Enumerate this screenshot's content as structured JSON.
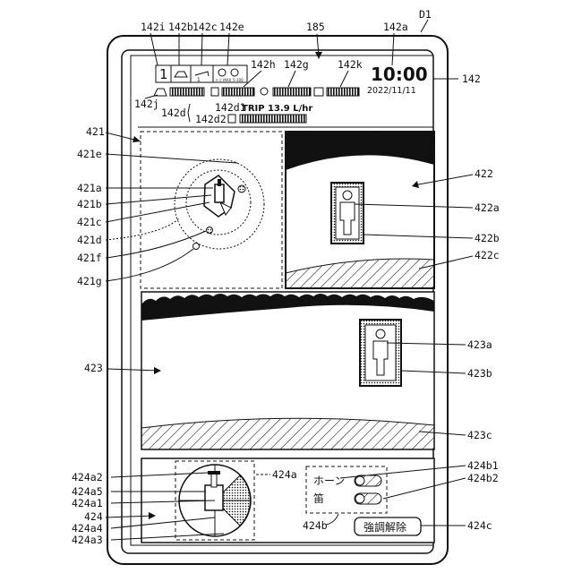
{
  "figure_ref": "D1",
  "labels": {
    "display": "142",
    "screen": "185",
    "status_bar": "142a",
    "gear_indicator": "142i",
    "mode_icon_b": "142b",
    "mode_icon_c": "142c",
    "mode_icon_e": "142e",
    "fuel_gauge": "142h",
    "gauge_g": "142g",
    "gauge_k": "142k",
    "gauge_j": "142j",
    "trip_block": "142d",
    "trip_text": "142d1",
    "trip_bar": "142d2",
    "overhead_view": "421",
    "overhead_e": "421e",
    "overhead_a": "421a",
    "overhead_b": "421b",
    "overhead_c": "421c",
    "overhead_d": "421d",
    "overhead_f": "421f",
    "overhead_g": "421g",
    "left_camera": "422",
    "left_camera_a": "422a",
    "left_camera_b": "422b",
    "left_camera_c": "422c",
    "rear_camera": "423",
    "rear_camera_a": "423a",
    "rear_camera_b": "423b",
    "rear_camera_c": "423c",
    "control_panel": "424",
    "ctrl_a": "424a",
    "ctrl_a1": "424a1",
    "ctrl_a2": "424a2",
    "ctrl_a3": "424a3",
    "ctrl_a4": "424a4",
    "ctrl_a5": "424a5",
    "ctrl_b": "424b",
    "ctrl_b1": "424b1",
    "ctrl_b2": "424b2",
    "ctrl_c": "424c"
  },
  "status": {
    "gear": "1",
    "icon_b_sub": "",
    "icon_c_sub": "1",
    "icon_e_sub_left": "ミニ MAX",
    "icon_e_sub_right": "5-100",
    "time": "10:00",
    "date": "2022/11/11",
    "trip": "TRIP 13.9 L/hr"
  },
  "alert_panel": {
    "horn_label": "ホーン",
    "whistle_label": "笛",
    "release_button": "強調解除"
  },
  "icons": [
    "gear-indicator-icon",
    "excavator-icon",
    "bucket-icon",
    "mode-icon",
    "fuel-icon",
    "engine-icon",
    "camera-icon",
    "person-icon",
    "excavator-top-icon"
  ]
}
